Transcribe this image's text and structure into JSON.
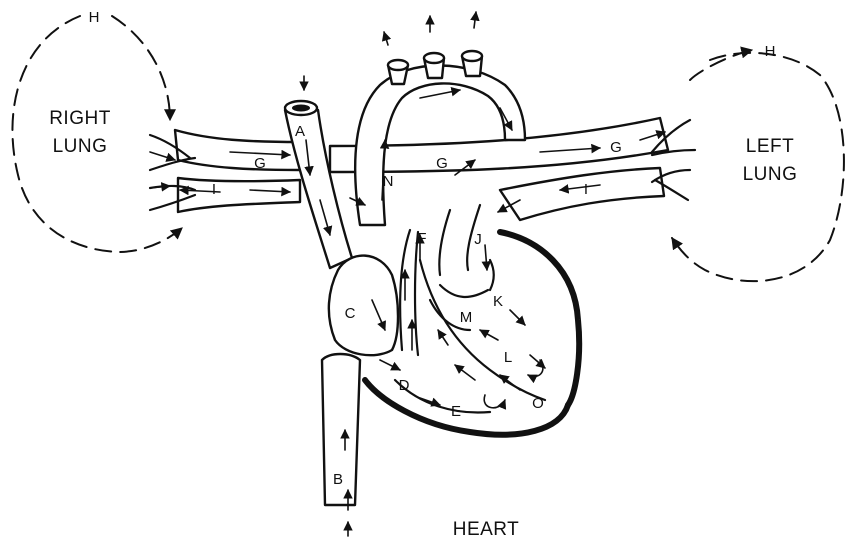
{
  "diagram": {
    "caption": "HEART",
    "organs": {
      "right_lung": [
        "RIGHT",
        "LUNG"
      ],
      "left_lung": [
        "LEFT",
        "LUNG"
      ]
    },
    "labels": {
      "A": "A",
      "B": "B",
      "C": "C",
      "D": "D",
      "E": "E",
      "F": "F",
      "G": "G",
      "H": "H",
      "I": "I",
      "J": "J",
      "K": "K",
      "L": "L",
      "M": "M",
      "N": "N",
      "O": "O"
    }
  }
}
